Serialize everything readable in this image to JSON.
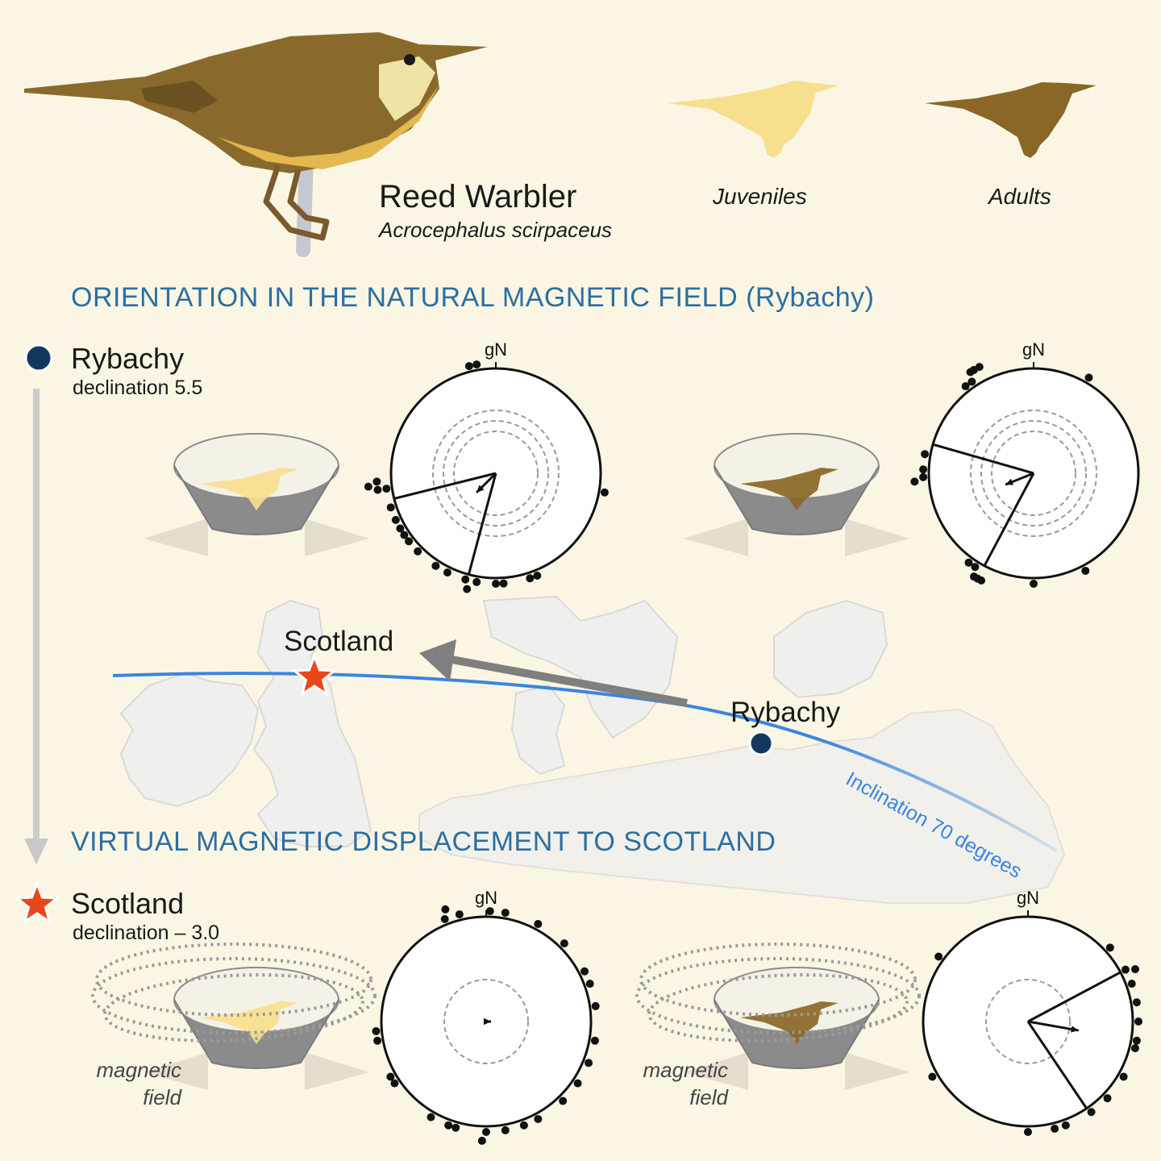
{
  "header": {
    "species_name": "Reed Warbler",
    "species_latin": "Acrocephalus scirpaceus",
    "legend": [
      {
        "label": "Juveniles",
        "color": "#f7df8e"
      },
      {
        "label": "Adults",
        "color": "#8a6726"
      }
    ]
  },
  "sections": {
    "natural_title": "ORIENTATION IN THE NATURAL MAGNETIC FIELD (Rybachy)",
    "displacement_title": "VIRTUAL MAGNETIC DISPLACEMENT TO SCOTLAND"
  },
  "sites": {
    "rybachy": {
      "name": "Rybachy",
      "declination": "declination 5.5",
      "marker_color": "#13385f"
    },
    "scotland": {
      "name": "Scotland",
      "declination": "declination – 3.0",
      "marker_color": "#e8471c"
    }
  },
  "map": {
    "scotland_label": "Scotland",
    "rybachy_label": "Rybachy",
    "inclination_label": "Inclination 70 degrees",
    "line_color": "#3a86e0"
  },
  "magnetic_field_label": "magnetic\nfield",
  "circular_plots": [
    {
      "id": "natural-juveniles",
      "north_label": "gN",
      "mean_direction_deg": 225,
      "mean_vector_length": 0.26,
      "ci_deg": [
        195,
        256
      ],
      "dots_deg": [
        -14,
        -10,
        262,
        262,
        264,
        266,
        252,
        245,
        240,
        236,
        232,
        225,
        213,
        206,
        196,
        194,
        190,
        180,
        176,
        162,
        158,
        100
      ]
    },
    {
      "id": "natural-adults",
      "north_label": "gN",
      "mean_direction_deg": 248,
      "mean_vector_length": 0.29,
      "ci_deg": [
        208,
        286
      ],
      "dots_deg": [
        -38,
        -34,
        -32,
        -30,
        -27,
        280,
        272,
        268,
        266,
        216,
        212,
        210,
        208,
        206,
        180,
        152,
        30
      ]
    },
    {
      "id": "displaced-juveniles",
      "north_label": "gN",
      "mean_direction_deg": 90,
      "mean_vector_length": 0.03,
      "ci_deg": [],
      "dots_deg": [
        -22,
        -20,
        -14,
        2,
        10,
        28,
        45,
        63,
        70,
        82,
        100,
        112,
        124,
        136,
        152,
        160,
        170,
        180,
        182,
        196,
        200,
        210,
        236,
        240,
        260,
        265
      ]
    },
    {
      "id": "displaced-adults",
      "north_label": "gN",
      "mean_direction_deg": 100,
      "mean_vector_length": 0.49,
      "ci_deg": [
        62,
        146
      ],
      "dots_deg": [
        -54,
        48,
        62,
        64,
        70,
        80,
        90,
        100,
        104,
        120,
        134,
        145,
        160,
        166,
        180,
        240
      ]
    }
  ]
}
